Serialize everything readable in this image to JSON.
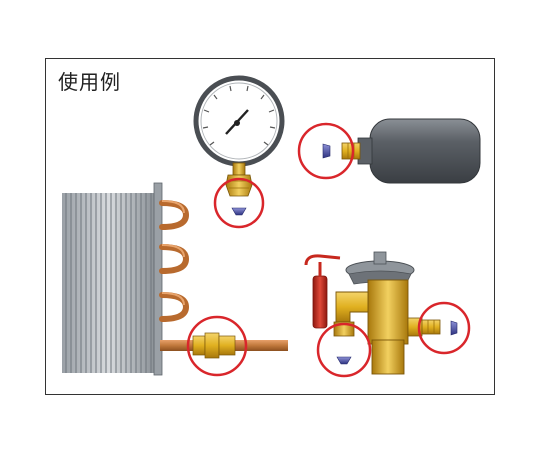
{
  "title": "使用例",
  "colors": {
    "frame": "#333333",
    "highlight_circle": "#d9262b",
    "brass": "#e0b020",
    "copper": "#b86a2e",
    "tank": "#55595e",
    "seal": "#4a4fa8",
    "red_bulb": "#c7281e"
  },
  "items": [
    {
      "name": "pressure-gauge",
      "highlighted": true
    },
    {
      "name": "gas-cylinder",
      "highlighted": true
    },
    {
      "name": "condenser-coil",
      "highlighted": true
    },
    {
      "name": "expansion-valve",
      "highlighted": true,
      "connections": 2
    }
  ]
}
